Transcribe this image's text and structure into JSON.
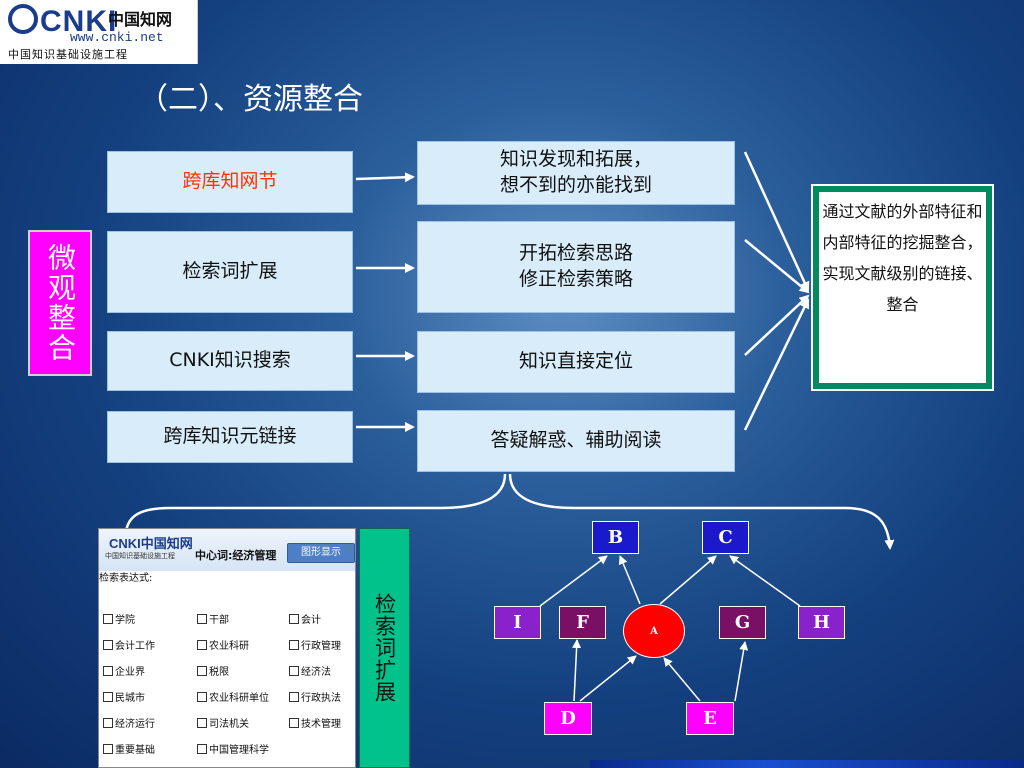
{
  "logo": {
    "brand": "CNKI",
    "cn": "中国知网",
    "url": "www.cnki.net",
    "subtitle": "中国知识基础设施工程"
  },
  "title": "（二）、资源整合",
  "side_label": "微观整合",
  "rows": [
    {
      "left": "跨库知网节",
      "right": "知识发现和拓展，\n想不到的亦能找到"
    },
    {
      "left": "检索词扩展",
      "right": "开拓检索思路\n修正检索策略"
    },
    {
      "left": "CNKI知识搜索",
      "right": "知识直接定位"
    },
    {
      "left": "跨库知识元链接",
      "right": "答疑解惑、辅助阅读"
    }
  ],
  "summary": "通过文献的外部特征和内部特征的挖掘整合，实现文献级别的链接、整合",
  "screenshot": {
    "logo": "CNKI中国知网",
    "logo_sub": "中国知识基础设施工程",
    "center_word": "中心词:经济管理",
    "button": "图形显示",
    "expression_label": "检索表达式:",
    "checkboxes": [
      [
        "学院",
        "干部",
        "会计"
      ],
      [
        "会计工作",
        "农业科研",
        "行政管理"
      ],
      [
        "企业界",
        "税限",
        "经济法"
      ],
      [
        "民城市",
        "农业科研单位",
        "行政执法"
      ],
      [
        "经济运行",
        "司法机关",
        "技术管理"
      ],
      [
        "重要基础",
        "中国管理科学",
        ""
      ]
    ]
  },
  "expansion_label": "检索词扩展",
  "graph_nodes": [
    {
      "id": "B",
      "label": "B",
      "color": "#1a1acc"
    },
    {
      "id": "C",
      "label": "C",
      "color": "#1a1acc"
    },
    {
      "id": "I",
      "label": "I",
      "color": "#8a22cc"
    },
    {
      "id": "F",
      "label": "F",
      "color": "#7a0f66"
    },
    {
      "id": "A",
      "label": "A",
      "color": "#ff0000"
    },
    {
      "id": "G",
      "label": "G",
      "color": "#7a0f66"
    },
    {
      "id": "H",
      "label": "H",
      "color": "#8a22cc"
    },
    {
      "id": "D",
      "label": "D",
      "color": "#ff00ff"
    },
    {
      "id": "E",
      "label": "E",
      "color": "#ff00ff"
    }
  ],
  "colors": {
    "box_fill": "#d9ecfa",
    "highlight_text": "#ff3300",
    "side_label_bg": "#ff00ff",
    "summary_border": "#008a5e",
    "expansion_bg": "#00c28a"
  }
}
